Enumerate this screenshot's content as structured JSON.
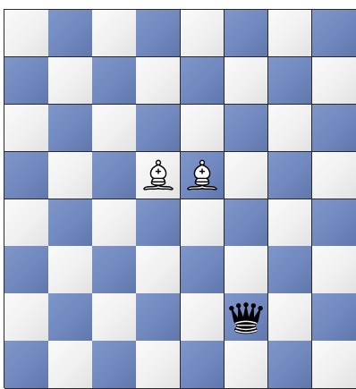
{
  "board": {
    "files": 8,
    "ranks": 8,
    "light_square_color": "#f0f0f0",
    "dark_square_color": "#7088be",
    "orientation": "white-bottom"
  },
  "pieces": [
    {
      "type": "bishop",
      "color": "white",
      "square": "d5",
      "glyph_name": "white-bishop-icon"
    },
    {
      "type": "bishop",
      "color": "white",
      "square": "e5",
      "glyph_name": "white-bishop-icon"
    },
    {
      "type": "queen",
      "color": "black",
      "square": "f2",
      "glyph_name": "black-queen-icon"
    }
  ]
}
